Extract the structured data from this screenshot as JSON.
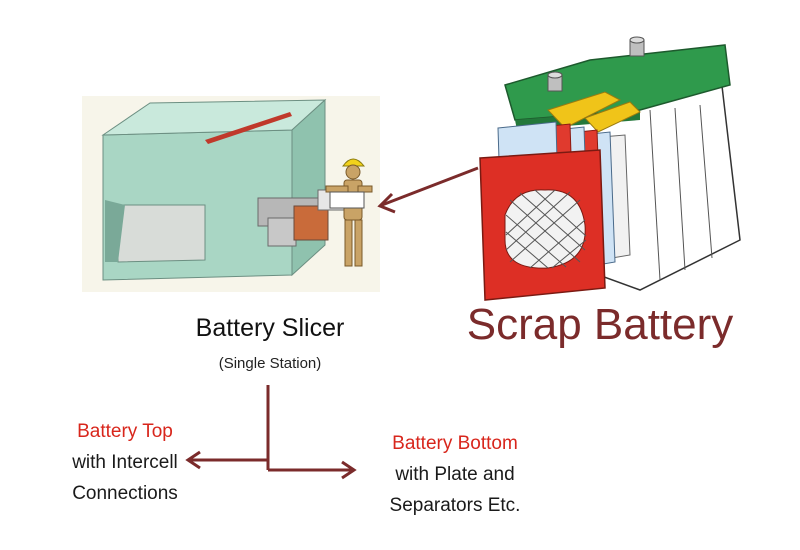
{
  "slicer": {
    "title": "Battery Slicer",
    "subtitle": "(Single Station)"
  },
  "scrap": {
    "title": "Scrap Battery"
  },
  "outputs": {
    "top": {
      "title": "Battery Top",
      "line1": "with Intercell",
      "line2": "Connections"
    },
    "bottom": {
      "title": "Battery Bottom",
      "line1": "with Plate and",
      "line2": "Separators Etc."
    }
  },
  "colors": {
    "accent_red": "#d8261c",
    "arrow": "#7b2b2b",
    "machine_green": "#a9d6c4",
    "battery_green": "#2f9a4c"
  },
  "icons": [
    "battery-slicer-machine-icon",
    "worker-figure-icon",
    "scrap-battery-icon",
    "flow-arrow-icon"
  ]
}
